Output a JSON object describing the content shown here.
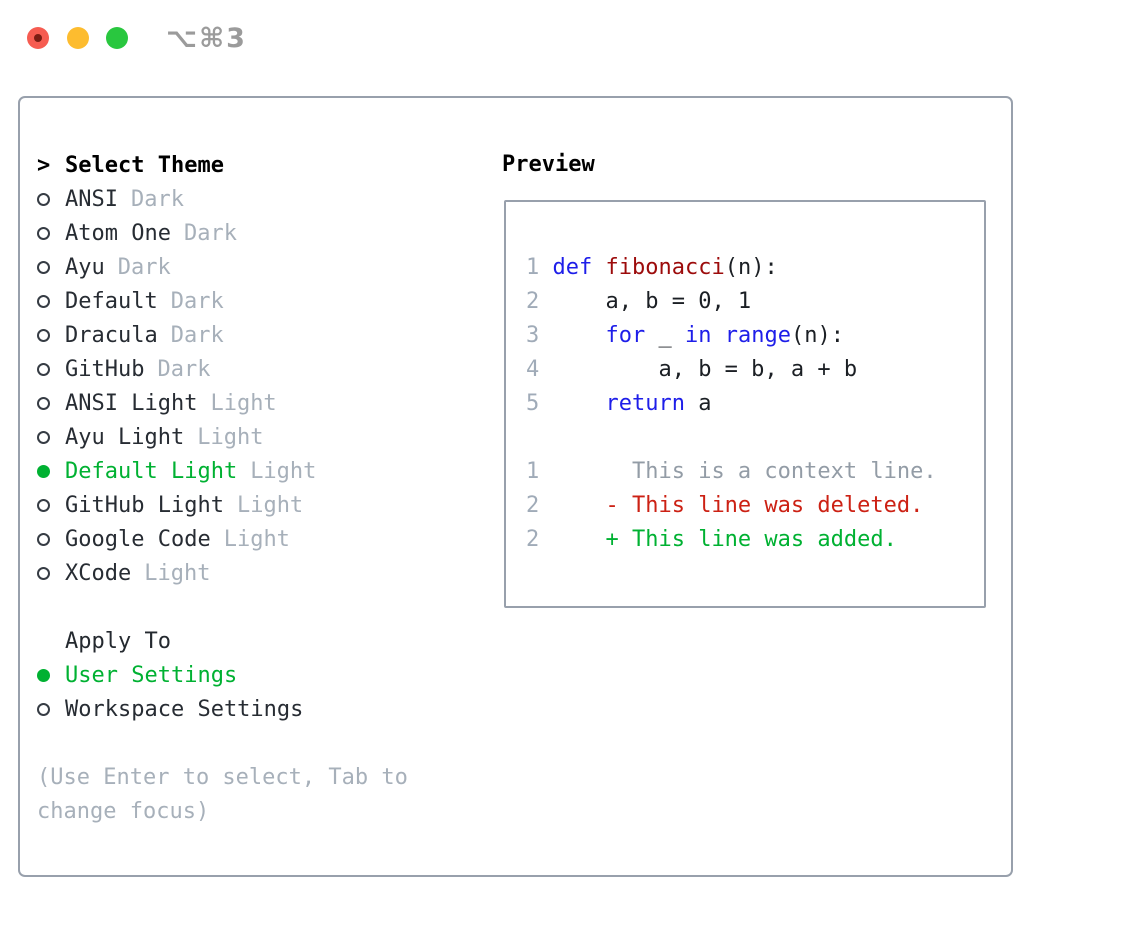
{
  "window": {
    "title": "⌥⌘3",
    "traffic_lights": [
      "close",
      "minimize",
      "zoom"
    ]
  },
  "theme_list": {
    "cursor": ">",
    "header": "Select Theme",
    "items": [
      {
        "name": "ANSI",
        "tag": "Dark",
        "selected": false
      },
      {
        "name": "Atom One",
        "tag": "Dark",
        "selected": false
      },
      {
        "name": "Ayu",
        "tag": "Dark",
        "selected": false
      },
      {
        "name": "Default",
        "tag": "Dark",
        "selected": false
      },
      {
        "name": "Dracula",
        "tag": "Dark",
        "selected": false
      },
      {
        "name": "GitHub",
        "tag": "Dark",
        "selected": false
      },
      {
        "name": "ANSI Light",
        "tag": "Light",
        "selected": false
      },
      {
        "name": "Ayu Light",
        "tag": "Light",
        "selected": false
      },
      {
        "name": "Default Light",
        "tag": "Light",
        "selected": true
      },
      {
        "name": "GitHub Light",
        "tag": "Light",
        "selected": false
      },
      {
        "name": "Google Code",
        "tag": "Light",
        "selected": false
      },
      {
        "name": "XCode",
        "tag": "Light",
        "selected": false
      }
    ]
  },
  "apply_to": {
    "header": "Apply To",
    "options": [
      {
        "name": "User Settings",
        "selected": true
      },
      {
        "name": "Workspace Settings",
        "selected": false
      }
    ]
  },
  "hint_lines": [
    "(Use Enter to select, Tab to",
    "change focus)"
  ],
  "preview": {
    "header": "Preview",
    "lines": [
      [
        {
          "t": "1 ",
          "c": "n"
        },
        {
          "t": "def",
          "c": "k"
        },
        {
          "t": " ",
          "c": "p"
        },
        {
          "t": "fibonacci",
          "c": "f"
        },
        {
          "t": "(n):",
          "c": "p"
        }
      ],
      [
        {
          "t": "2 ",
          "c": "n"
        },
        {
          "t": "    a, b = 0, 1",
          "c": "p"
        }
      ],
      [
        {
          "t": "3 ",
          "c": "n"
        },
        {
          "t": "    ",
          "c": "p"
        },
        {
          "t": "for",
          "c": "k"
        },
        {
          "t": " _ ",
          "c": "p"
        },
        {
          "t": "in",
          "c": "k"
        },
        {
          "t": " ",
          "c": "p"
        },
        {
          "t": "range",
          "c": "k"
        },
        {
          "t": "(n):",
          "c": "p"
        }
      ],
      [
        {
          "t": "4 ",
          "c": "n"
        },
        {
          "t": "        a, b = b, a + b",
          "c": "p"
        }
      ],
      [
        {
          "t": "5 ",
          "c": "n"
        },
        {
          "t": "    ",
          "c": "p"
        },
        {
          "t": "return",
          "c": "k"
        },
        {
          "t": " a",
          "c": "p"
        }
      ],
      [],
      [
        {
          "t": "1 ",
          "c": "n"
        },
        {
          "t": "      This is a context line.",
          "c": "x"
        }
      ],
      [
        {
          "t": "2 ",
          "c": "n"
        },
        {
          "t": "    - This line was deleted.",
          "c": "d"
        }
      ],
      [
        {
          "t": "2 ",
          "c": "n"
        },
        {
          "t": "    + This line was added.",
          "c": "a"
        }
      ]
    ]
  },
  "colors": {
    "accent_green": "#00b132",
    "deleted_red": "#cc2114",
    "keyword_blue": "#1e1ee9",
    "function_dark_red": "#9c0b0b",
    "line_number_gray": "#a0abb8",
    "tag_gray": "#a7b0ba",
    "border_gray": "#98a0ac",
    "titlebar_text_gray": "#9b9b9b",
    "traffic_red": "#f65c51",
    "traffic_yellow": "#fdbc2f",
    "traffic_green": "#29c73f"
  }
}
